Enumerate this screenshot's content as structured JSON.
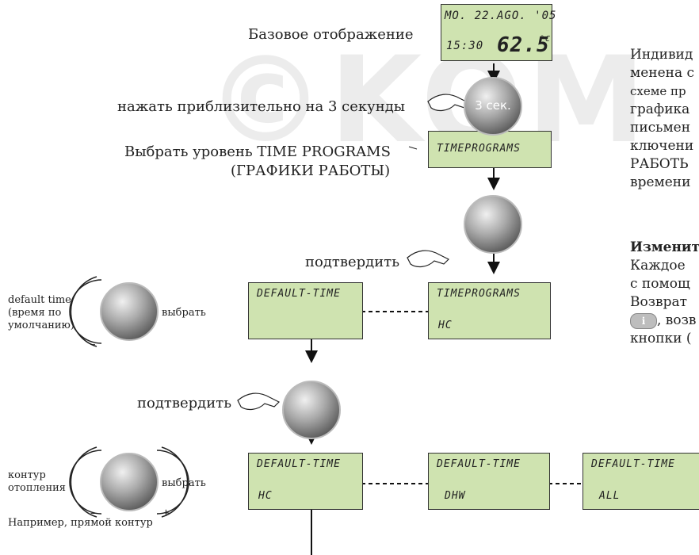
{
  "watermark": "©KOM",
  "labels": {
    "base_display": "Базовое отображение",
    "press_3s": "нажать приблизительно на 3 секунды",
    "select_level_1": "Выбрать уровень TIME PROGRAMS",
    "select_level_2": "(ГРАФИКИ РАБОТЫ)",
    "confirm_1": "подтвердить",
    "confirm_2": "подтвердить",
    "default_time_1": "default time",
    "default_time_2": "(время по",
    "default_time_3": "умолчанию)",
    "choose_1": "выбрать",
    "choose_2": "выбрать",
    "circuit_1": "контур",
    "circuit_2": "отопления",
    "example": "Например, прямой контур",
    "knob_seconds": "3 сек.",
    "minus": "–",
    "plus": "+"
  },
  "lcd": {
    "base_date": "MO.  22.AGO. '05",
    "base_time": "15:30",
    "base_temp": "62.5",
    "base_unit": "°C",
    "tp1": "TIMEPROGRAMS",
    "dt1": "DEFAULT-TIME",
    "tp2": "TIMEPROGRAMS",
    "hc1": "HC",
    "dt2": "DEFAULT-TIME",
    "hc2": "HC",
    "dt3": "DEFAULT-TIME",
    "dhw": "DHW",
    "dt4": "DEFAULT-TIME",
    "all": "ALL"
  },
  "right_text": {
    "l1": "Индивид",
    "l2": "менена с",
    "l3": "схеме пр",
    "l4": "графика",
    "l5": "письмен",
    "l6": "ключени",
    "l7": "РАБОТЬ",
    "l8": "времени",
    "heading": "Изменит",
    "l9": "Каждое",
    "l10": "с помощ",
    "l11": "Возврат",
    "l12_suffix": ", возв",
    "l13": "кнопки (",
    "info_button": "i"
  }
}
